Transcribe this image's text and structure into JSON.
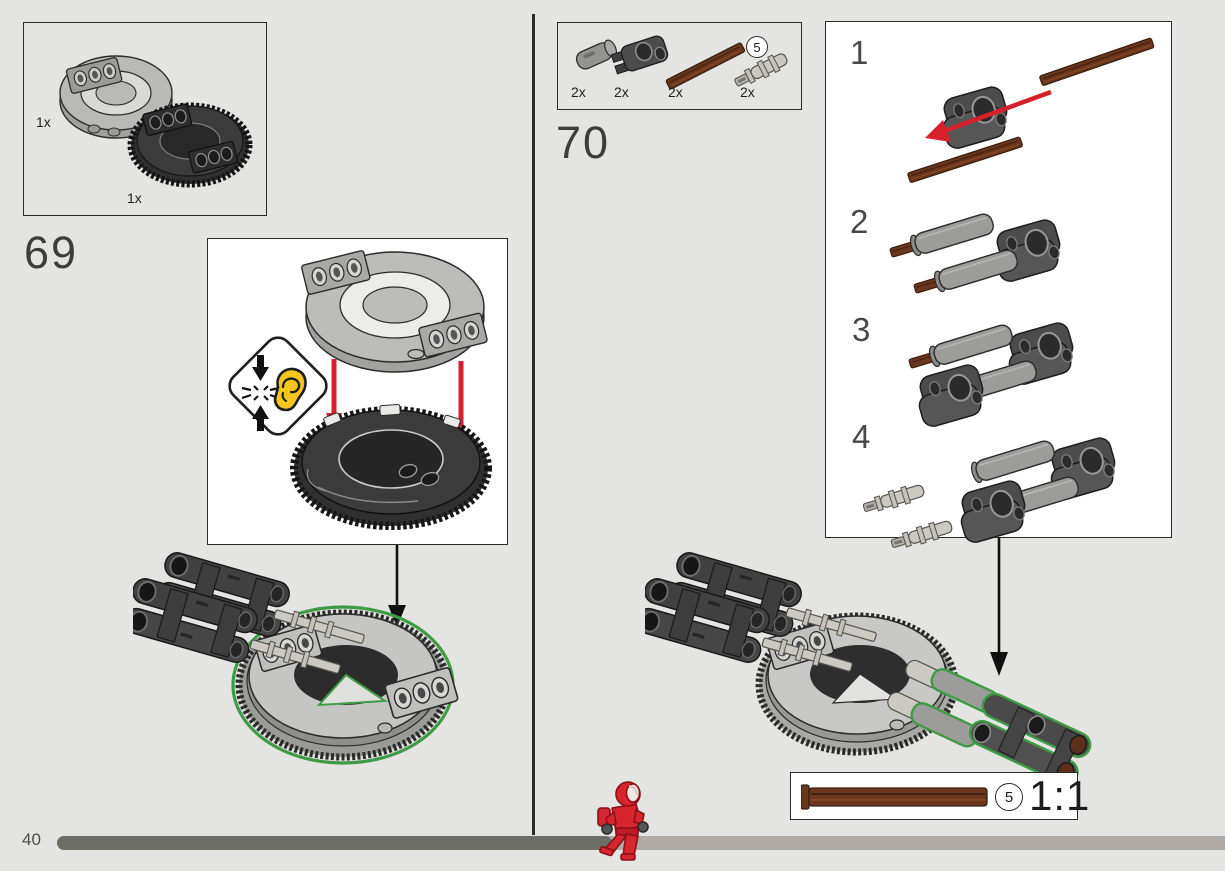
{
  "page": {
    "number": "40",
    "background_color": "#e4e5e3",
    "divider_color": "#2b2b2b"
  },
  "steps": {
    "step69": {
      "label": "69",
      "parts": [
        {
          "name": "turntable-top-plate",
          "count": "1x",
          "color": "#b6b7b5"
        },
        {
          "name": "turntable-gear-ring",
          "count": "1x",
          "color": "#3a3a3a"
        }
      ],
      "detail_callout": {
        "icon": "press-until-click-ear-icon",
        "arrow_color": "#d6202b"
      },
      "highlight_color": "#3f9b48"
    },
    "step70": {
      "label": "70",
      "parts": [
        {
          "name": "round-pin-connector",
          "count": "2x",
          "color": "#8f908e"
        },
        {
          "name": "axle-pin-connector-block",
          "count": "2x",
          "color": "#4e4e4e"
        },
        {
          "name": "axle-5l-reddish-brown",
          "count": "2x",
          "color": "#6b371c",
          "length_badge": "5"
        },
        {
          "name": "axle-pin-3l-light-grey",
          "count": "2x",
          "color": "#c9c6c0"
        }
      ],
      "substeps": [
        {
          "label": "1"
        },
        {
          "label": "2"
        },
        {
          "label": "3"
        },
        {
          "label": "4"
        }
      ],
      "highlight_color": "#3f9b48"
    }
  },
  "scale_box": {
    "length_badge": "5",
    "ratio": "1:1",
    "part": "axle-5l-reddish-brown",
    "part_color": "#6b371c"
  },
  "progress_bar": {
    "filled_color": "#6e6e68",
    "track_color": "#b0aaa4",
    "fraction": 0.47
  },
  "minifigure": {
    "name": "red-spaceman-walking",
    "color": "#d6252c"
  }
}
